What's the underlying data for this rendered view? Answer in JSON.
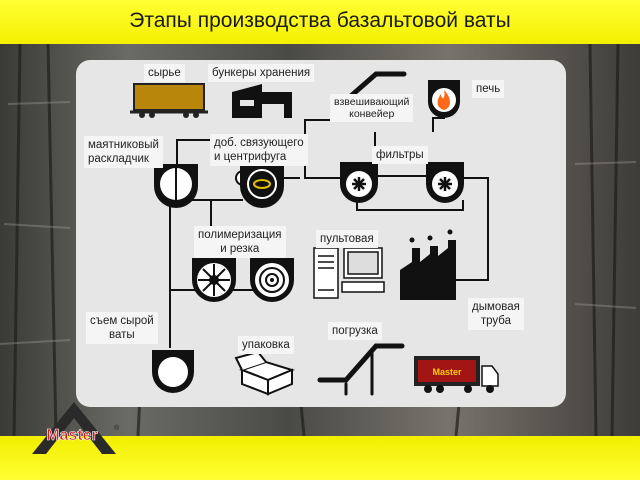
{
  "title": "Этапы производства базальтовой ваты",
  "logo": {
    "text": "Master",
    "mark": "®"
  },
  "truck_logo_text": "Master",
  "labels": {
    "raw": "сырье",
    "bunkers": "бункеры хранения",
    "weighing": "взвешивающий\nконвейер",
    "furnace": "печь",
    "pendulum": "маятниковый\nраскладчик",
    "binder": "доб. связующего\nи центрифуга",
    "filters": "фильтры",
    "polymer": "полимеризация\nи резка",
    "control": "пультовая",
    "chimney": "дымовая\nтруба",
    "removal": "съем сырой\nваты",
    "packing": "упаковка",
    "loading": "погрузка"
  },
  "icons": [
    "railcar-icon",
    "warehouse-icon",
    "conveyor-icon",
    "flame-icon",
    "pendulum-icon",
    "centrifuge-icon",
    "filter-fan-icon",
    "roller-icon",
    "saw-icon",
    "computer-icon",
    "factory-chimney-icon",
    "box-icon",
    "loader-conveyor-icon",
    "truck-icon"
  ],
  "colors": {
    "header": "#ffff33",
    "panel": "#e6e6e6",
    "ink": "#111111",
    "flame": "#ff6a1a",
    "car": "#b8860b",
    "logo_red": "#cc2020"
  }
}
